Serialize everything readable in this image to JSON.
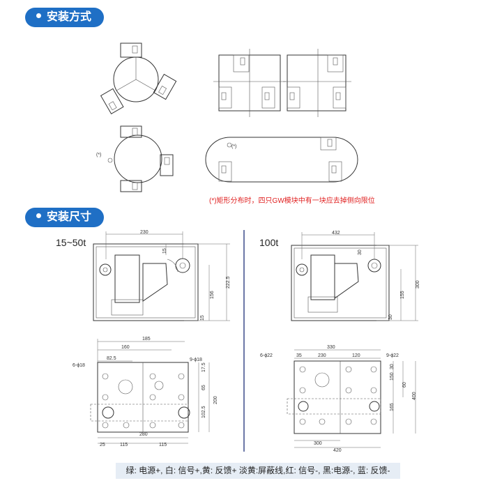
{
  "sections": {
    "install_method": "安装方式",
    "install_dimensions": "安装尺寸"
  },
  "note": "(*)矩形分布时，四只GW模块中有一块应去掉侧向限位",
  "asterisk": "(*)",
  "ranges": {
    "left": "15~50t",
    "right": "100t"
  },
  "dims_left_side": {
    "d230": "230",
    "d15a": "15",
    "d156": "156",
    "d2225": "222.5",
    "d15b": "15"
  },
  "dims_right_side": {
    "d432": "432",
    "d30a": "30",
    "d155": "155",
    "d300": "300",
    "d30b": "30"
  },
  "dims_left_plan": {
    "d185": "185",
    "d160": "160",
    "d825": "82.5",
    "hole6": "6-ϕ18",
    "hole9": "9-ϕ18",
    "d175": "17.5",
    "d65": "65",
    "d1025": "102.5",
    "d200": "200",
    "d280": "280",
    "d25": "25",
    "d115a": "115",
    "d115b": "115"
  },
  "dims_right_plan": {
    "d330": "330",
    "hole6": "6-ϕ22",
    "d35": "35",
    "d230": "230",
    "d120": "120",
    "hole9": "9-ϕ22",
    "d30": "30",
    "d150": "150",
    "d60": "60",
    "d165": "165",
    "d400": "400",
    "d300": "300",
    "d420": "420"
  },
  "legend": "绿: 电源+, 白: 信号+,黄: 反馈+ 淡黄:屏蔽线,红: 信号-, 黑:电源-, 蓝: 反馈-",
  "colors": {
    "badge": "#1f6fc5",
    "note": "#e02020",
    "legend_bg": "#e6edf5",
    "divider": "#3a4a8a"
  }
}
